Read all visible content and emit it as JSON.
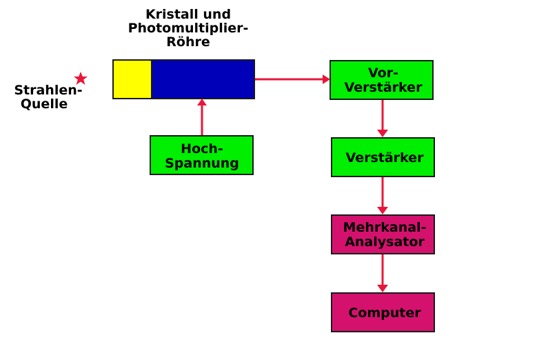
{
  "title": {
    "lines": [
      "Kristall und",
      "Photomultiplier-",
      "Röhre"
    ]
  },
  "source": {
    "lines": [
      "Strahlen-",
      "Quelle"
    ],
    "icon": "star-icon"
  },
  "boxes": {
    "hv": {
      "lines": [
        "Hoch-",
        "Spannung"
      ]
    },
    "preamp": {
      "lines": [
        "Vor-",
        "Verstärker"
      ]
    },
    "amp": {
      "lines": [
        "Verstärker"
      ]
    },
    "mca": {
      "lines": [
        "Mehrkanal-",
        "Analysator"
      ]
    },
    "computer": {
      "lines": [
        "Computer"
      ]
    }
  },
  "colors": {
    "crystal": "#ffff00",
    "pmt": "#0000b8",
    "green": "#00ee00",
    "magenta": "#d4126e",
    "arrow": "#e8173a"
  }
}
